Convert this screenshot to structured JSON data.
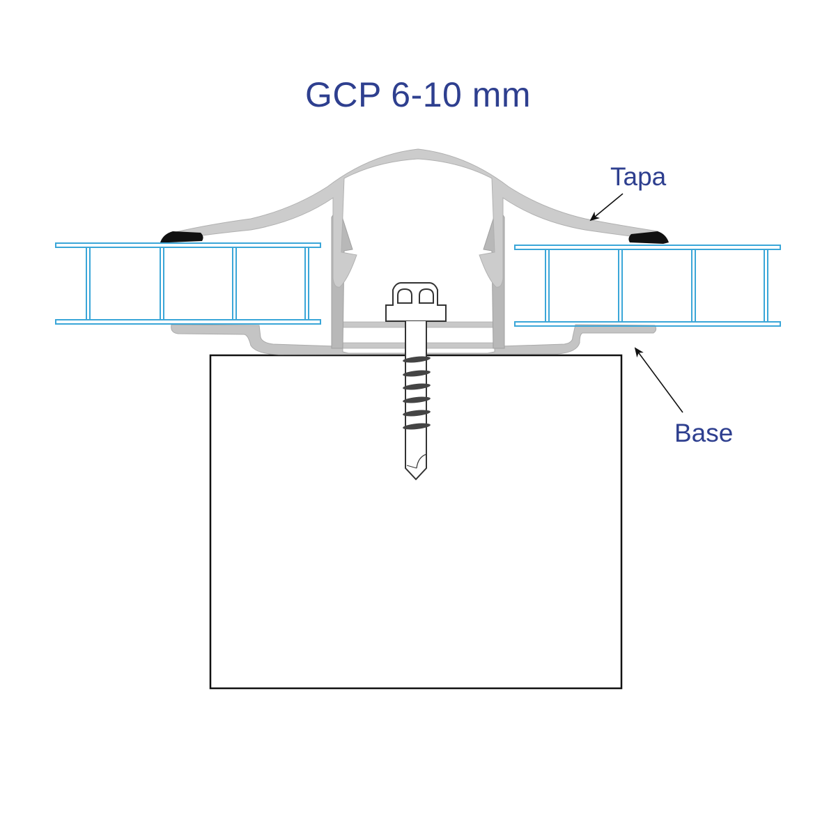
{
  "diagram": {
    "title": "GCP 6-10 mm",
    "labels": {
      "tapa": "Tapa",
      "base": "Base"
    },
    "components": [
      {
        "id": "tapa",
        "description": "cap profile (grey aluminium/PVC top cover)"
      },
      {
        "id": "base",
        "description": "base profile (grey bottom rail)"
      },
      {
        "id": "left-panel",
        "description": "multiwall polycarbonate sheet, left"
      },
      {
        "id": "right-panel",
        "description": "multiwall polycarbonate sheet, right"
      },
      {
        "id": "left-gasket",
        "description": "black rubber seal, left"
      },
      {
        "id": "right-gasket",
        "description": "black rubber seal, right"
      },
      {
        "id": "screw",
        "description": "self-drilling hex-head screw"
      },
      {
        "id": "support-beam",
        "description": "rectangular support beam"
      }
    ],
    "colors": {
      "text": "#2e3f8f",
      "panel": "#3aa6d8",
      "profile_light": "#c8c8c8",
      "profile_dark": "#b4b4b4",
      "profile_outline": "#a8a8a8",
      "gasket": "#111111",
      "outline": "#111111",
      "screw": "#333333"
    }
  }
}
